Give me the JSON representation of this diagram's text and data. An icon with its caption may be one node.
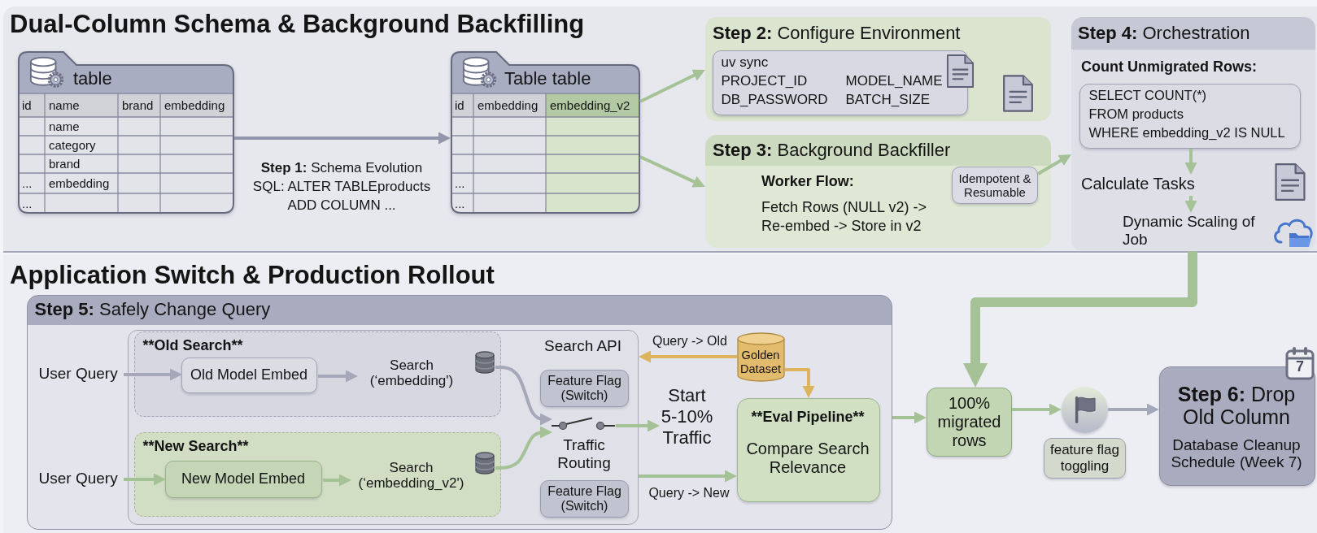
{
  "diagram": {
    "nodes": [
      {
        "text": [
          "Dual-Column Schema & Background Backfilling"
        ]
      },
      {
        "text": [
          "table",
          "id",
          "name",
          "brand",
          "embedding",
          "name",
          "category",
          "brand",
          "...",
          "embedding",
          "..."
        ],
        "in": 0
      },
      {
        "text": [
          "Table table",
          "id",
          "embedding",
          "embedding_v2",
          "...",
          "..."
        ],
        "in": 0
      },
      {
        "text": [
          "**Step 2:** Configure Environment"
        ],
        "in": 0
      },
      {
        "text": [
          "uv sync",
          "PROJECT_ID",
          "MODEL_NAME",
          "DB_PASSWORD",
          "BATCH_SIZE"
        ],
        "in": 3
      },
      {
        "text": [
          "**Step 3:** Background Backfiller",
          "Worker Flow:",
          "Fetch Rows (NULL v2) -> Re-embed -> Store in v2"
        ],
        "in": 0
      },
      {
        "text": [
          "Idempotent & Resumable"
        ],
        "in": 5
      },
      {
        "text": [
          "**Step 4:** Orchestration",
          "Count Unmigrated Rows:"
        ],
        "in": 0
      },
      {
        "text": [
          "SELECT COUNT(*)",
          "FROM products",
          "WHERE embedding_v2 IS NULL"
        ],
        "in": 7
      },
      {
        "text": [
          "Calculate Tasks"
        ],
        "in": 7
      },
      {
        "text": [
          "Dynamic Scaling of Job"
        ],
        "in": 7
      },
      {
        "text": [
          "Application Switch & Production Rollout"
        ]
      },
      {
        "text": [
          "**Step 5:** Safely Change Query"
        ],
        "in": 11
      },
      {
        "text": [
          "User Query"
        ],
        "in": 12
      },
      {
        "text": [
          "User Query"
        ],
        "in": 12
      },
      {
        "text": [
          "Search API"
        ],
        "in": 12
      },
      {
        "text": [
          "**Old Search**"
        ],
        "in": 15
      },
      {
        "text": [
          "Old Model Embed"
        ],
        "in": 16
      },
      {
        "text": [
          "Search (‘embedding')"
        ],
        "in": 16
      },
      {
        "text": [],
        "shape": "cylinder",
        "in": 16
      },
      {
        "text": [
          "**New Search**"
        ],
        "in": 15
      },
      {
        "text": [
          "New Model Embed"
        ],
        "in": 20
      },
      {
        "text": [
          "Search (‘embedding_v2')"
        ],
        "in": 20
      },
      {
        "text": [],
        "shape": "cylinder",
        "in": 20
      },
      {
        "text": [
          "Feature Flag (Switch)"
        ],
        "in": 15
      },
      {
        "text": [],
        "shape": "switch",
        "in": 15,
        "beside": [
          "Traffic Routing"
        ]
      },
      {
        "text": [
          "Feature Flag (Switch)"
        ],
        "in": 15
      },
      {
        "text": [
          "Start 5-10% Traffic"
        ],
        "in": 12
      },
      {
        "text": [
          "Golden Dataset"
        ],
        "in": 12
      },
      {
        "text": [
          "**Eval Pipeline**",
          "Compare Search Relevance"
        ],
        "in": 12
      },
      {
        "text": [
          "100% migrated rows"
        ],
        "in": 11
      },
      {
        "text": [],
        "shape": "circle",
        "in": 11
      },
      {
        "text": [
          "feature flag toggling"
        ],
        "in": 11
      },
      {
        "text": [
          "**Step 6:** Drop Old Column",
          "Database Cleanup Schedule (Week 7)"
        ],
        "in": 11,
        "beside": [
          "7"
        ]
      }
    ],
    "edges": [
      {
        "from": 1,
        "to": 2,
        "arrow": "to",
        "label": "**Step 1:** Schema Evolution SQL: ALTER TABLEproducts ADD COLUMN ...",
        "color": "#9196ab"
      },
      {
        "from": 2,
        "to": 3,
        "arrow": "to"
      },
      {
        "from": 2,
        "to": 5,
        "arrow": "to"
      },
      {
        "from": 6,
        "to": 7,
        "arrow": "to"
      },
      {
        "from": 8,
        "to": 9,
        "arrow": "to"
      },
      {
        "from": 9,
        "to": 10,
        "arrow": "to"
      },
      {
        "from": 7,
        "to": 30,
        "arrow": "to",
        "style": "thick"
      },
      {
        "from": 13,
        "to": 17,
        "arrow": "to",
        "color": "#a4a8b8"
      },
      {
        "from": 17,
        "to": 18,
        "arrow": "to",
        "color": "#a4a8b8"
      },
      {
        "from": 19,
        "to": 25,
        "arrow": "to",
        "color": "#a4a8b8"
      },
      {
        "from": 14,
        "to": 21,
        "arrow": "to"
      },
      {
        "from": 21,
        "to": 22,
        "arrow": "to"
      },
      {
        "from": 23,
        "to": 25,
        "arrow": "to"
      },
      {
        "from": 25,
        "to": 27,
        "arrow": "to"
      },
      {
        "from": 28,
        "to": 15,
        "arrow": "to",
        "label": "Query -> Old",
        "color": "#ddb45e"
      },
      {
        "from": 28,
        "to": 29,
        "arrow": "to",
        "color": "#ddb45e"
      },
      {
        "from": 15,
        "to": 29,
        "arrow": "to",
        "label": "Query -> New"
      },
      {
        "from": 12,
        "to": 30,
        "arrow": "to"
      },
      {
        "from": 30,
        "to": 31,
        "arrow": "to"
      },
      {
        "from": 31,
        "to": 33,
        "arrow": "to",
        "color": "#a4a8b8"
      }
    ]
  }
}
